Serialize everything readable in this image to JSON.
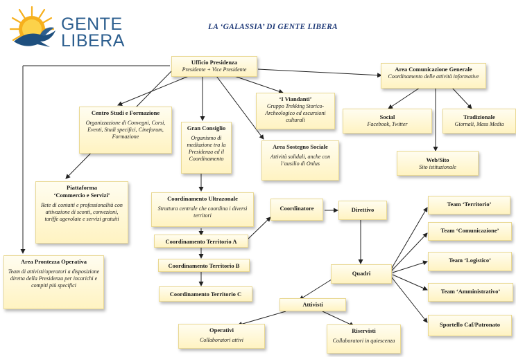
{
  "logo": {
    "line1": "GENTE",
    "line2": "LIBERA"
  },
  "title": "LA ‘GALASSIA’ DI GENTE LIBERA",
  "colors": {
    "box_fill": "#fff3c2",
    "box_border": "#e9d892",
    "title": "#1f3a78",
    "logo_text": "#2d5f8f",
    "sun": "#f6b01d"
  },
  "nodes": {
    "ufficio": {
      "title": "Ufficio Presidenza",
      "desc": "Presidente + Vice Presidente"
    },
    "comunicazione": {
      "title": "Area Comunicazione Generale",
      "desc": "Coordinamento delle attività informative"
    },
    "social": {
      "title": "Social",
      "desc": "Facebook, Twitter"
    },
    "tradizionale": {
      "title": "Tradizionale",
      "desc": "Giornali, Mass Media"
    },
    "web": {
      "title": "Web/Sito",
      "desc": "Sito istituzionale"
    },
    "viandanti": {
      "title": "‘I Viandanti’",
      "desc": "Gruppo Trekking Storico-Archeologico ed escursioni culturali"
    },
    "centro": {
      "title": "Centro Studi e Formazione",
      "desc": "Organizzazione di Convegni, Corsi, Eventi, Studi specifici, Cineforum, Formazione"
    },
    "gran": {
      "title": "Gran Consiglio",
      "desc": "Organismo di mediazione tra la Presidenza ed il Coordinamento"
    },
    "sostegno": {
      "title": "Area Sostegno Sociale",
      "desc": "Attività solidali, anche con l’ausilio di Onlus"
    },
    "piattaforma": {
      "title1": "Piattaforma",
      "title2": "‘Commercio e Servizi’",
      "desc": "Rete di contatti e professionalità con attivazione di sconti, convezioni, tariffe agevolate e servizi gratuiti"
    },
    "ultrazonale": {
      "title": "Coordinamento Ultrazonale",
      "desc": "Struttura centrale che coordina i diversi territori"
    },
    "coord_a": {
      "title": "Coordinamento Territorio A"
    },
    "coord_b": {
      "title": "Coordinamento Territorio B"
    },
    "coord_c": {
      "title": "Coordinamento Territorio C"
    },
    "coordinatore": {
      "title": "Coordinatore"
    },
    "direttivo": {
      "title": "Direttivo"
    },
    "quadri": {
      "title": "Quadri"
    },
    "attivisti": {
      "title": "Attivisti"
    },
    "operativi": {
      "title": "Operativi",
      "desc": "Collaboratori attivi"
    },
    "riservisti": {
      "title": "Riservisti",
      "desc": "Collaboratori in quiescenza"
    },
    "prontezza": {
      "title": "Area Prontezza Operativa",
      "desc": "Team di attivisti/operatori a disposizione diretta della Presidenza per incarichi e compiti più specifici"
    },
    "team_territorio": {
      "title": "Team ‘Territorio’"
    },
    "team_comunicazione": {
      "title": "Team ‘Comunicazione’"
    },
    "team_logistico": {
      "title": "Team ‘Logistico’"
    },
    "team_amministrativo": {
      "title": "Team ‘Amministrativo’"
    },
    "sportello": {
      "title": "Sportello Caf/Patronato"
    }
  }
}
